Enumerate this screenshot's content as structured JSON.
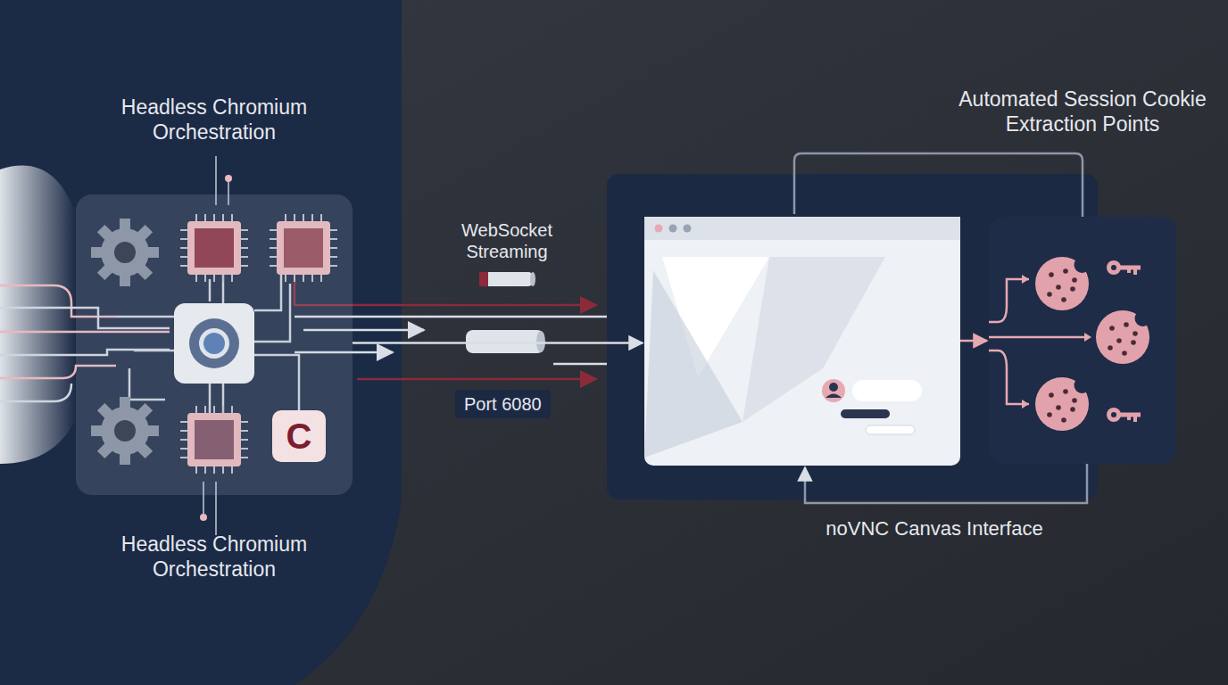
{
  "diagram": {
    "nodes": [
      {
        "text": [
          "Headless Chromium Orchestration",
          "Headless Chromium Orchestration"
        ]
      },
      {
        "text": [
          "C"
        ],
        "in": 0
      },
      {
        "text": [
          "noVNC Canvas Interface"
        ]
      },
      {
        "text": [
          "Automated Session Cookie Extraction Points"
        ]
      }
    ],
    "edges": [
      {
        "from": 0,
        "to": 2,
        "label": "WebSocket Streaming",
        "arrow": "to"
      },
      {
        "from": 2,
        "to": 3,
        "arrow": "to"
      },
      {
        "from": 3,
        "to": 2,
        "arrow": "to"
      }
    ],
    "labels": [
      "Port 6080"
    ]
  }
}
